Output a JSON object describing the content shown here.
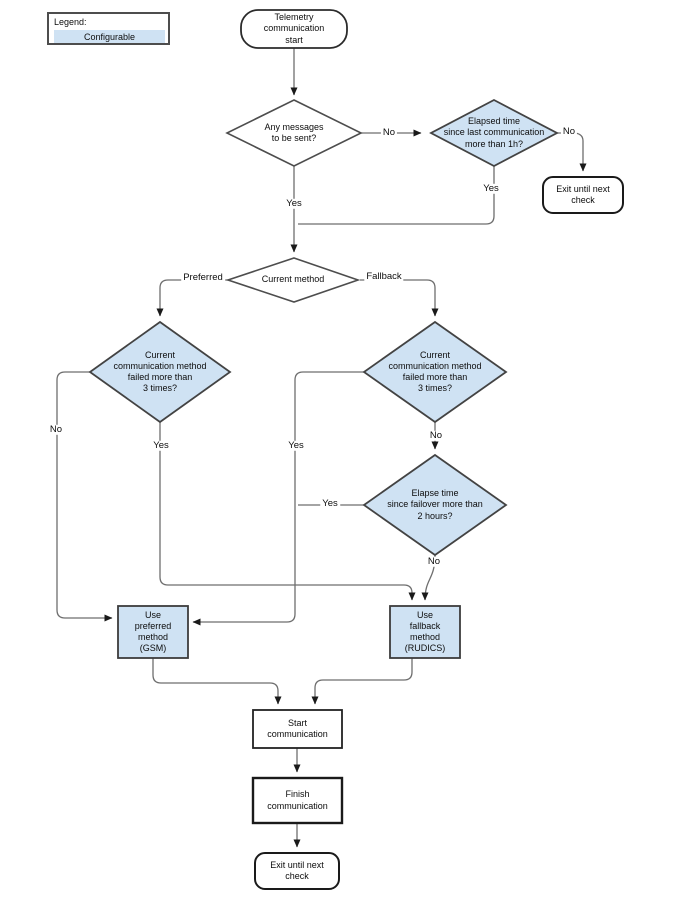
{
  "legend": {
    "title": "Legend:",
    "configurable_label": "Configurable"
  },
  "colors": {
    "configurable_fill": "#cfe2f3",
    "plain_fill": "#ffffff",
    "line": "#6e6e6e",
    "border": "#434343"
  },
  "nodes": {
    "start": {
      "label": "Telemetry\ncommunication\nstart"
    },
    "any_messages": {
      "label": "Any messages\nto be sent?"
    },
    "elapsed_since_last": {
      "label": "Elapsed time\nsince last communication\nmore than 1h?"
    },
    "exit_top": {
      "label": "Exit until next\ncheck"
    },
    "current_method": {
      "label": "Current method"
    },
    "preferred_failed": {
      "label": "Current\ncommunication method\nfailed more than\n3 times?"
    },
    "fallback_failed": {
      "label": "Current\ncommunication method\nfailed more than\n3 times?"
    },
    "failover_elapsed": {
      "label": "Elapse time\nsince failover more than\n2 hours?"
    },
    "use_preferred": {
      "label": "Use\npreferred\nmethod\n(GSM)"
    },
    "use_fallback": {
      "label": "Use\nfallback\nmethod\n(RUDICS)"
    },
    "start_communication": {
      "label": "Start\ncommunication"
    },
    "finish_communication": {
      "label": "Finish\ncommunication"
    },
    "exit_bottom": {
      "label": "Exit until next\ncheck"
    }
  },
  "edge_labels": {
    "any_messages_no": "No",
    "any_messages_yes": "Yes",
    "elapsed_no": "No",
    "elapsed_yes": "Yes",
    "method_preferred": "Preferred",
    "method_fallback": "Fallback",
    "preferred_failed_no": "No",
    "preferred_failed_yes": "Yes",
    "fallback_failed_yes": "Yes",
    "fallback_failed_no": "No",
    "failover_yes": "Yes",
    "failover_no": "No"
  }
}
